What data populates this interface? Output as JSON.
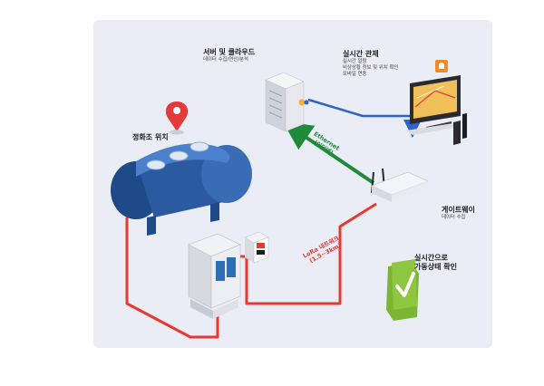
{
  "server": {
    "title": "서버 및 클라우드",
    "subtitle": "데이터 수집/연산/분석"
  },
  "monitoring": {
    "title": "실시간 관제",
    "lines": [
      "실시간 알람",
      "비상상황 정보 및 위치 확인",
      "모바일 연동"
    ]
  },
  "tank": {
    "title": "정화조 위치"
  },
  "gateway": {
    "title": "게이트웨이",
    "subtitle": "데이터 수집"
  },
  "ethernet": {
    "line1": "Ethernet",
    "line2": "(이더넷)"
  },
  "lora": {
    "line1": "LoRa 네트워크",
    "line2": "(1.5~3km)"
  },
  "status": {
    "line1": "실시간으로",
    "line2": "가동상태 확인"
  },
  "colors": {
    "panel": "#eaedf6",
    "lora_line": "#e8392e",
    "ethernet_arrow": "#1f8a3a",
    "monitor_arrow": "#2f63c6",
    "tank": "#2c5aa0",
    "check_badge": "#8dc63f",
    "pin": "#e43a3a"
  }
}
